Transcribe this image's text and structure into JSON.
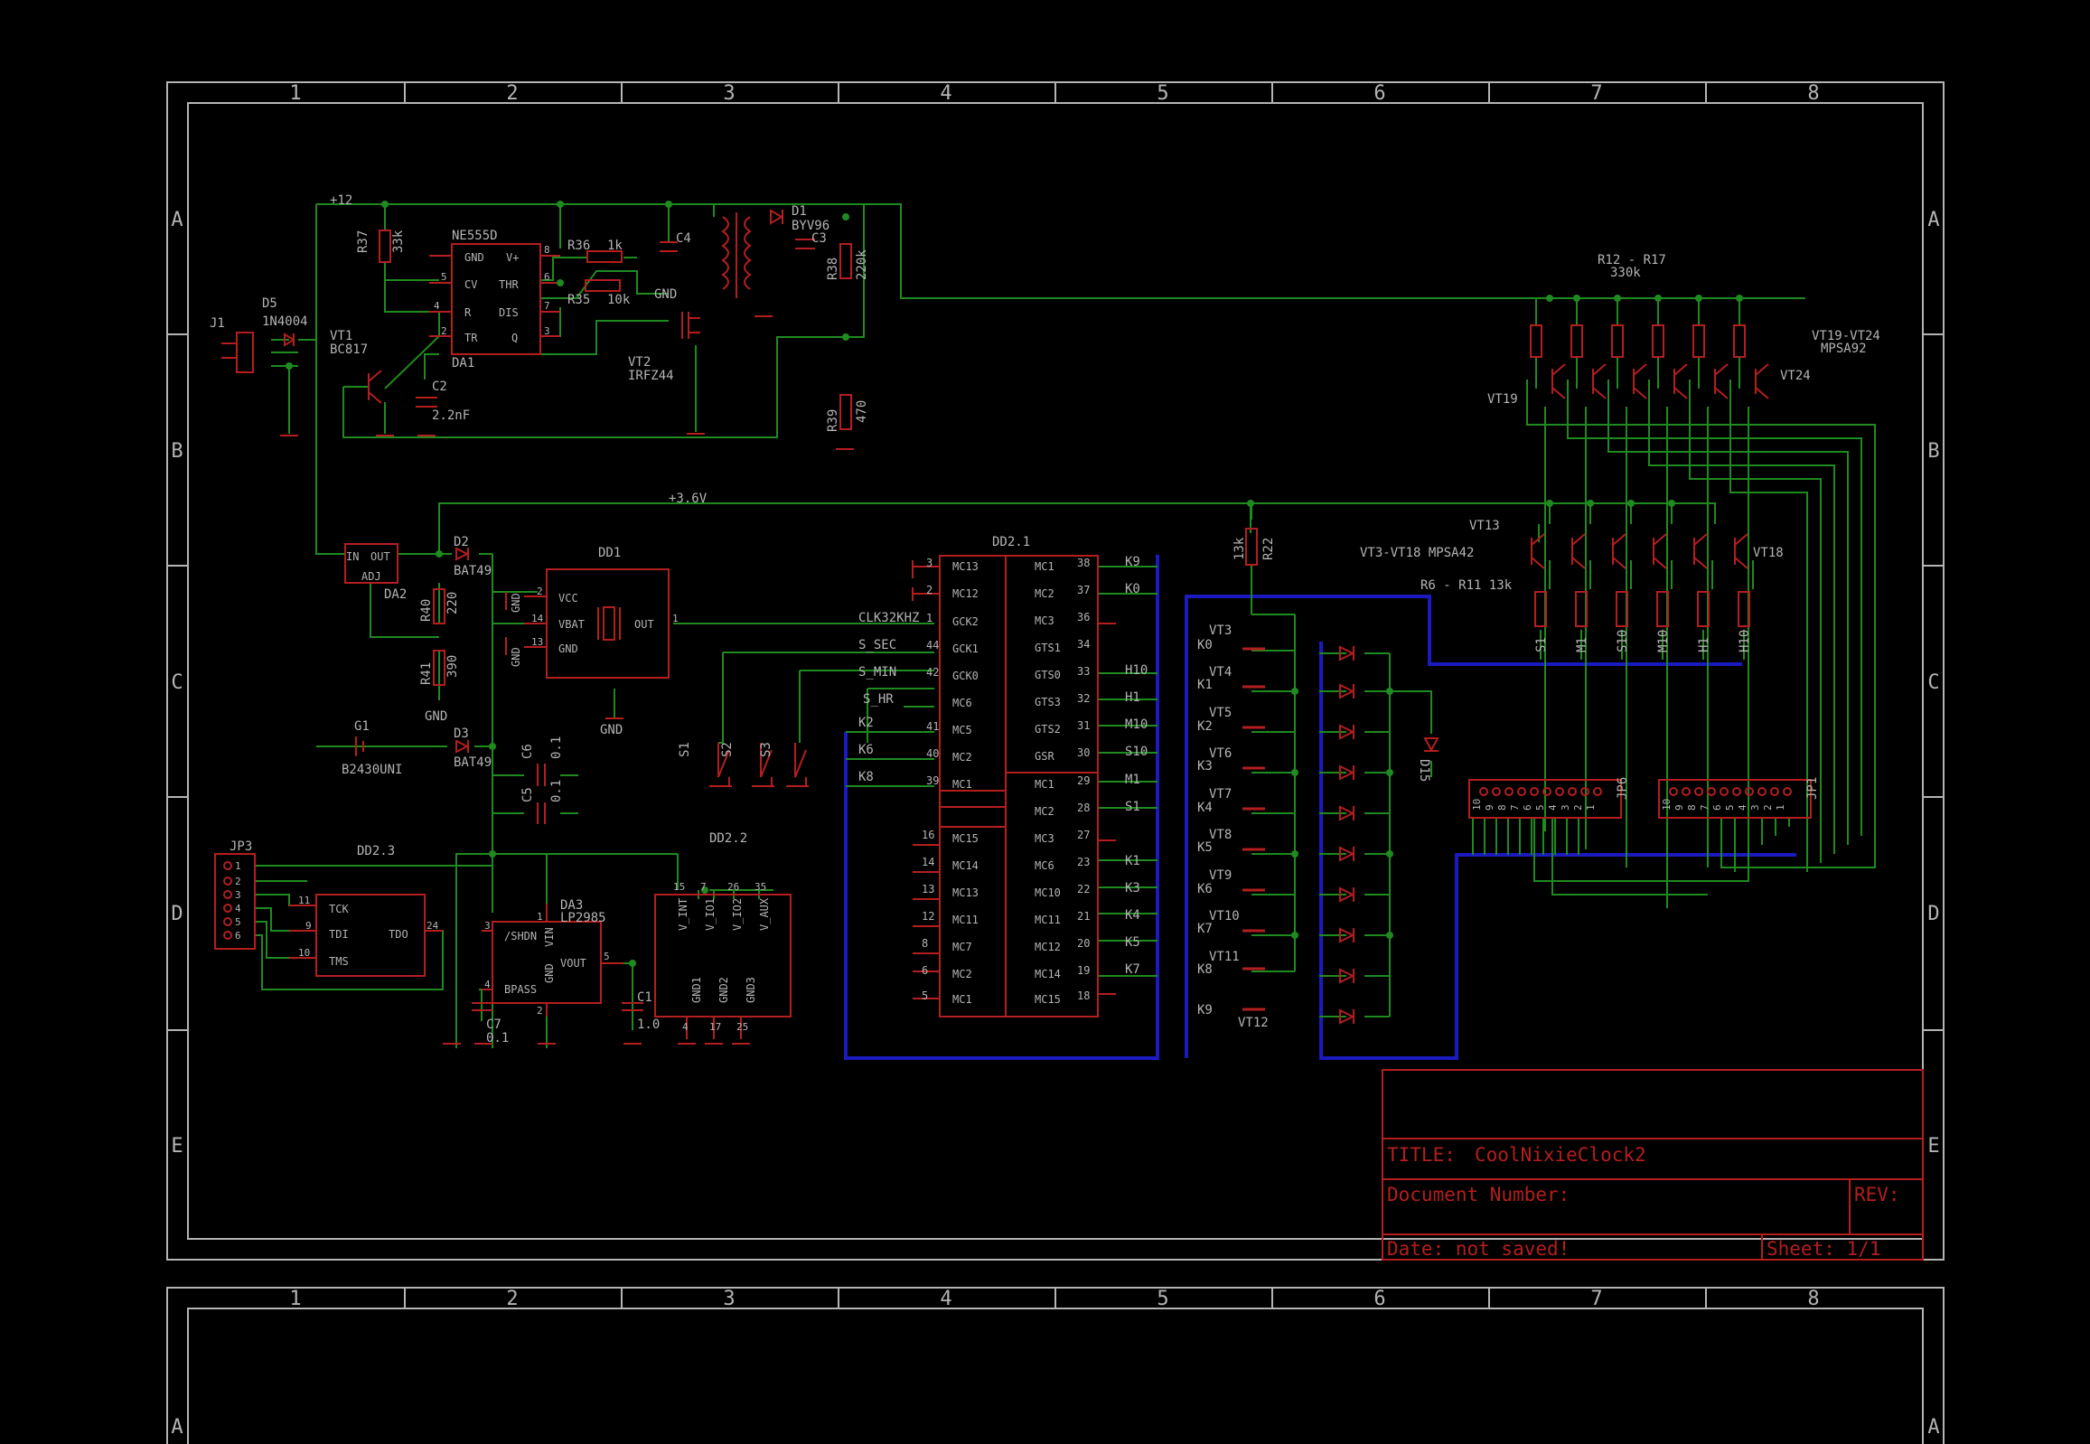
{
  "colors": {
    "background": "#000000",
    "frame": "#b4b4b4",
    "part": "#b41e1e",
    "wire": "#1f8a1f",
    "bus": "#1a1abf",
    "text": "#b4b4b4",
    "title_text": "#b41e1e"
  },
  "frame": {
    "columns": [
      "1",
      "2",
      "3",
      "4",
      "5",
      "6",
      "7",
      "8"
    ],
    "rows": [
      "A",
      "B",
      "C",
      "D",
      "E"
    ]
  },
  "title_block": {
    "title_label": "TITLE:",
    "title_value": "CoolNixieClock2",
    "doc_label": "Document Number:",
    "rev_label": "REV:",
    "date_text": "Date: not saved!",
    "sheet_text": "Sheet: 1/1"
  },
  "parts": {
    "j1": "J1",
    "d5": "D5",
    "d5_val": "1N4004",
    "vt1": "VT1",
    "vt1_val": "BC817",
    "r37": "R37",
    "r37_val": "33k",
    "net_12v": "+12",
    "ne555": "NE555D",
    "ne555_pins": [
      "GND",
      "V+",
      "CV",
      "THR",
      "R",
      "DIS",
      "TR",
      "Q"
    ],
    "da1": "DA1",
    "r36": "R36",
    "r36_val": "1k",
    "r35": "R35",
    "r35_val": "10k",
    "c4": "C4",
    "gnd": "GND",
    "d1": "D1",
    "d1_val": "BYV96",
    "c3": "C3",
    "r38": "R38",
    "r38_val": "220k",
    "r39": "R39",
    "r39_val": "470",
    "c2": "C2",
    "c2_val": "2.2nF",
    "vt2": "VT2",
    "vt2_val": "IRFZ44",
    "r12_17": "R12 - R17",
    "r12_17_val": "330k",
    "vt19_24": "VT19-VT24",
    "vt19_24_val": "MPSA92",
    "vt19": "VT19",
    "vt24": "VT24",
    "net_36v": "+3.6V",
    "vt13": "VT13",
    "vt3_18": "VT3-VT18 MPSA42",
    "vt18": "VT18",
    "r6_11": "R6 - R11 13k",
    "r22": "R22",
    "r22_val": "13k",
    "da2": "DA2",
    "da2_in": "IN",
    "da2_out": "OUT",
    "da2_adj": "ADJ",
    "d2": "D2",
    "d2_val": "BAT49",
    "d3": "D3",
    "d3_val": "BAT49",
    "r40": "R40",
    "r40_val": "220",
    "r41": "R41",
    "r41_val": "390",
    "g1": "G1",
    "g1_val": "B2430UNI",
    "c5": "C5",
    "c5_val": "0.1",
    "c6": "C6",
    "c6_val": "0.1",
    "dd1": "DD1",
    "dd1_vcc": "VCC",
    "dd1_vbat": "VBAT",
    "dd1_gnd": "GND",
    "dd1_out": "OUT",
    "clk": "CLK32KHZ",
    "s_sec": "S_SEC",
    "s_min": "S_MIN",
    "s_hr": "S_HR",
    "s1": "S1",
    "s2": "S2",
    "s3": "S3",
    "dd2_1": "DD2.1",
    "dd2_2": "DD2.2",
    "dd2_3": "DD2.3",
    "jp3": "JP3",
    "tck": "TCK",
    "tdi": "TDI",
    "tms": "TMS",
    "tdo": "TDO",
    "da3": "DA3",
    "da3_val": "LP2985",
    "da3_pins": [
      "/SHDN",
      "VIN",
      "GND",
      "BPASS",
      "VOUT"
    ],
    "c7": "C7",
    "c7_val": "0.1",
    "c1": "C1",
    "c1_val": "1.0",
    "dd22_pins": [
      "V_INT",
      "V_IO1",
      "V_IO2",
      "V_AUX",
      "GND1",
      "GND2",
      "GND3"
    ],
    "d15": "D15",
    "jp6": "JP6",
    "jp1": "JP1",
    "cpld_left_top": [
      "MC13",
      "MC12",
      "GCK2",
      "GCK1",
      "GCK0",
      "MC6",
      "MC5",
      "MC2",
      "MC1"
    ],
    "cpld_right_top": [
      "MC1",
      "MC2",
      "MC3",
      "GTS1",
      "GTS0",
      "GTS3",
      "GTS2",
      "GSR",
      "MC1",
      "MC2",
      "MC3",
      "MC6",
      "MC10",
      "MC11",
      "MC12",
      "MC14",
      "MC15"
    ],
    "cpld_left_bot": [
      "MC15",
      "MC14",
      "MC13",
      "MC11",
      "MC7",
      "MC2",
      "MC1"
    ],
    "right_nets": [
      "K9",
      "K0",
      "",
      "",
      "H10",
      "H1",
      "M10",
      "S10",
      "M1",
      "S1",
      "",
      "K1",
      "K3",
      "K4",
      "K5",
      "K7",
      ""
    ],
    "right_pins": [
      "38",
      "37",
      "36",
      "34",
      "33",
      "32",
      "31",
      "30",
      "29",
      "28",
      "27",
      "23",
      "22",
      "21",
      "20",
      "19",
      "18"
    ],
    "left_pins_top": [
      "3",
      "2",
      "1",
      "44",
      "42",
      "",
      "41",
      "40",
      "39"
    ],
    "left_nets": [
      "K2",
      "K6",
      "K8"
    ],
    "left_pins_bot": [
      "16",
      "14",
      "13",
      "12",
      "8",
      "6",
      "5"
    ],
    "vt_drv_labels": [
      "VT3",
      "VT4",
      "VT5",
      "VT6",
      "VT7",
      "VT8",
      "VT9",
      "VT10",
      "VT11",
      "VT12"
    ],
    "vt_drv_nets": [
      "K0",
      "K1",
      "K2",
      "K3",
      "K4",
      "K5",
      "K6",
      "K7",
      "K8",
      "K9"
    ],
    "nixie_nets": [
      "S1",
      "M1",
      "S10",
      "M10",
      "H1",
      "H10"
    ],
    "jp_pins": [
      "10",
      "9",
      "8",
      "7",
      "6",
      "5",
      "4",
      "3",
      "2",
      "1"
    ],
    "jp3_pins": [
      "1",
      "2",
      "3",
      "4",
      "5",
      "6"
    ],
    "pin_nums": {
      "p8": "8",
      "p5": "5",
      "p6": "6",
      "p7": "7",
      "p4": "4",
      "p2": "2",
      "p3": "3",
      "p1": "1",
      "p14": "14",
      "p13": "13",
      "p11": "11",
      "p9": "9",
      "p10": "10",
      "p24": "24",
      "p15": "15",
      "p26": "26",
      "p35": "35",
      "p17": "17",
      "p25": "25"
    }
  }
}
